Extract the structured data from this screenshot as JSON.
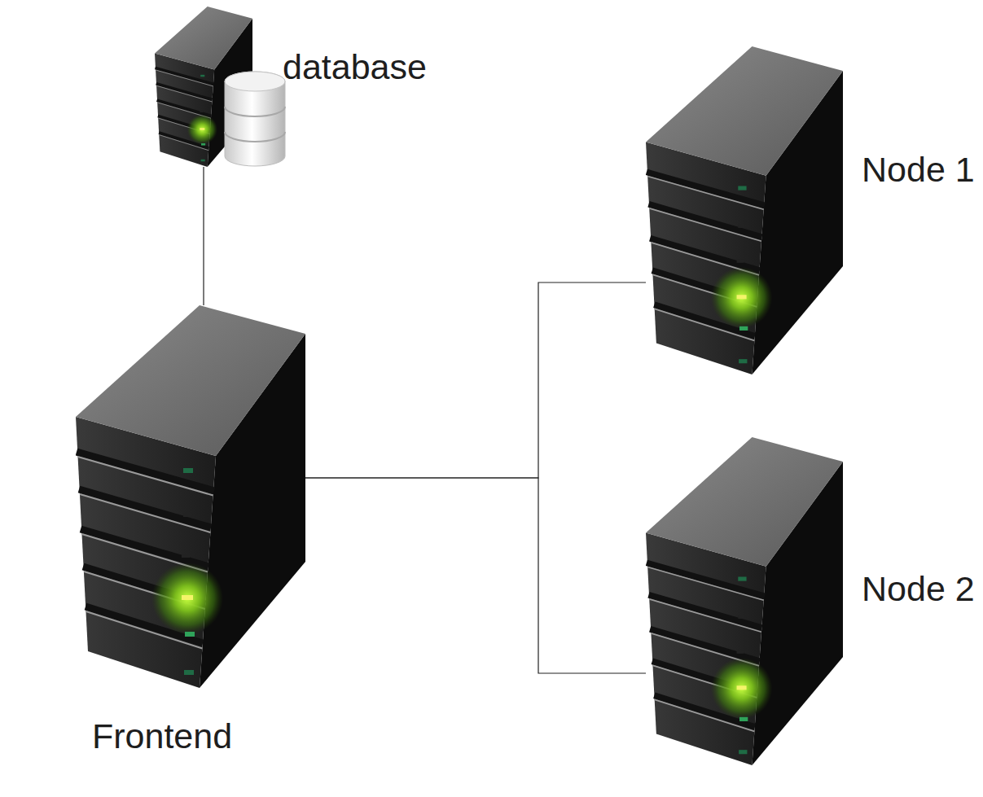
{
  "diagram": {
    "nodes": [
      {
        "text": [
          "database"
        ]
      },
      {
        "text": [
          "Frontend"
        ]
      },
      {
        "text": [
          "Node 1"
        ]
      },
      {
        "text": [
          "Node 2"
        ]
      }
    ],
    "edges": [
      {
        "from": 0,
        "to": 1,
        "arrow": "none"
      },
      {
        "from": 1,
        "to": 2,
        "arrow": "none"
      },
      {
        "from": 1,
        "to": 3,
        "arrow": "none"
      }
    ]
  }
}
